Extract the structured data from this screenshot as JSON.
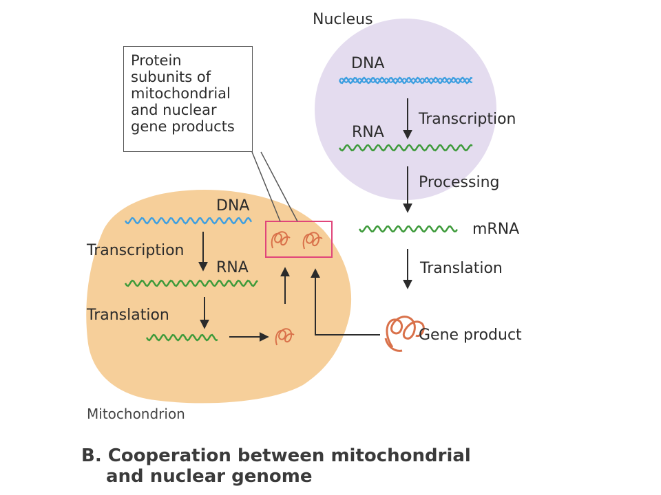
{
  "nucleus": {
    "title": "Nucleus",
    "dna": "DNA",
    "transcription": "Transcription",
    "rna": "RNA",
    "processing": "Processing",
    "mrna": "mRNA",
    "translation": "Translation",
    "gene_product": "Gene product"
  },
  "mitochondrion": {
    "title": "Mitochondrion",
    "dna": "DNA",
    "transcription": "Transcription",
    "rna": "RNA",
    "translation": "Translation"
  },
  "callout": {
    "lines": [
      "Protein",
      "subunits of",
      "mitochondrial",
      "and nuclear",
      "gene products"
    ]
  },
  "caption": {
    "lines": [
      "B. Cooperation between mitochondrial",
      "and nuclear genome"
    ]
  },
  "colors": {
    "nucleus_fill": "#e4dcef",
    "mito_fill": "#f6cf9a",
    "dna_strand": "#3e9fe0",
    "rna_strand": "#3d9a3a",
    "protein": "#d9714a",
    "highlight_box": "#e0457a",
    "arrow": "#2b2b2b"
  }
}
